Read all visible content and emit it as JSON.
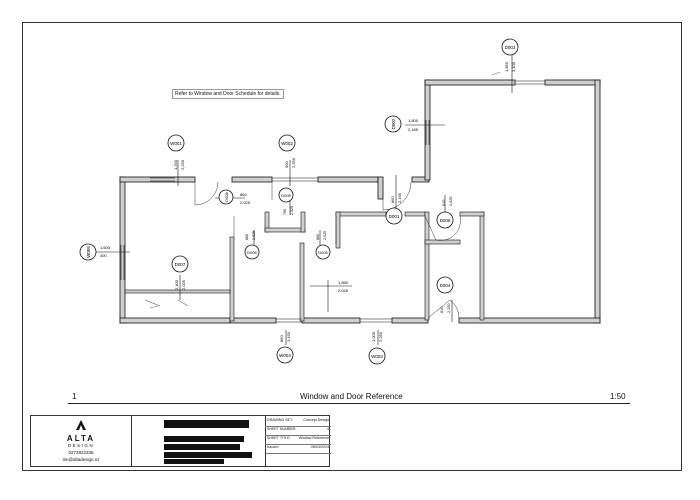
{
  "note": "Refer to Window and Door Schedule for details.",
  "view": {
    "number": "1",
    "title": "Window and Door Reference",
    "scale": "1:50"
  },
  "tags": {
    "d003": {
      "id": "D003",
      "d1": "1,850",
      "d2": "2,100"
    },
    "d002": {
      "id": "D002",
      "d1": "1,800",
      "d2": "2,165"
    },
    "w001": {
      "id": "W001",
      "d1": "1,200",
      "d2": "2,250"
    },
    "w002": {
      "id": "W002",
      "d1": "900",
      "d2": "2,250"
    },
    "d008": {
      "id": "D008",
      "d1": "860",
      "d2": "2,025"
    },
    "d009": {
      "id": "D009",
      "d1": "760",
      "d2": "2,025"
    },
    "d001": {
      "id": "D001",
      "d1": "860",
      "d2": "2,165"
    },
    "d006": {
      "id": "D006",
      "d1": "810",
      "d2": "2,025"
    },
    "w005": {
      "id": "W005",
      "d1": "1,600",
      "d2": "400"
    },
    "d007": {
      "id": "D007",
      "d1": "2,400",
      "d2": "2,025"
    },
    "d005": {
      "id": "D005",
      "d1": "860",
      "d2": "2,025"
    },
    "d005b": {
      "id": "D005",
      "d1": "860",
      "d2": "2,025"
    },
    "d004": {
      "id": "D004",
      "d1": "810",
      "d2": "2,100"
    },
    "w004": {
      "id": "W004",
      "d1": "860",
      "d2": "1,150"
    },
    "w003": {
      "id": "W003",
      "d1": "1,000",
      "d2": "2,250"
    },
    "interior": {
      "d1": "1,850",
      "d2": "2,025"
    }
  },
  "titleblock": {
    "brand": "ALTA",
    "sub": "DESIGN",
    "phone": "0272822336",
    "email": "tim@altadesign.nz",
    "fields": [
      {
        "label": "DRAWING SET:",
        "value": "Concept Design"
      },
      {
        "label": "SHEET NUMBER:",
        "value": "4"
      },
      {
        "label": "SHEET TITLE:",
        "value": "Window Reference"
      },
      {
        "label": "Issued:",
        "value": "28/03/2024"
      }
    ]
  }
}
